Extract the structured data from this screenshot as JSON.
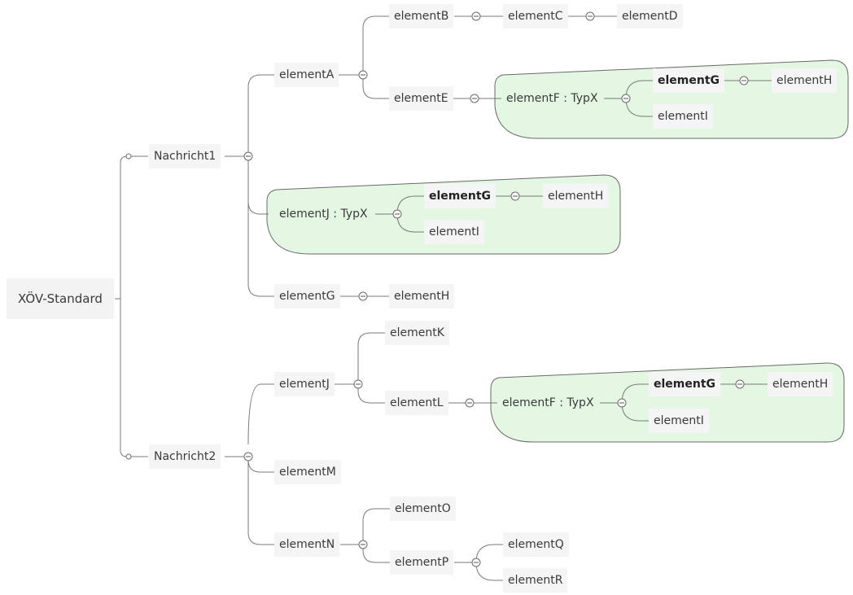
{
  "diagram": {
    "root": "XÖV-Standard",
    "branches": [
      {
        "label": "Nachricht1",
        "children": [
          {
            "label": "elementA",
            "children": [
              {
                "label": "elementB",
                "children": [
                  {
                    "label": "elementC",
                    "children": [
                      {
                        "label": "elementD"
                      }
                    ]
                  }
                ]
              },
              {
                "label": "elementE",
                "children": [
                  {
                    "label": "elementF : TypX",
                    "children": [
                      {
                        "label": "elementG",
                        "children": [
                          {
                            "label": "elementH"
                          }
                        ]
                      },
                      {
                        "label": "elementI"
                      }
                    ]
                  }
                ]
              }
            ]
          },
          {
            "label": "elementJ : TypX",
            "children": [
              {
                "label": "elementG",
                "children": [
                  {
                    "label": "elementH"
                  }
                ]
              },
              {
                "label": "elementI"
              }
            ]
          },
          {
            "label": "elementG",
            "children": [
              {
                "label": "elementH"
              }
            ]
          }
        ]
      },
      {
        "label": "Nachricht2",
        "children": [
          {
            "label": "elementJ",
            "children": [
              {
                "label": "elementK"
              },
              {
                "label": "elementL",
                "children": [
                  {
                    "label": "elementF : TypX",
                    "children": [
                      {
                        "label": "elementG",
                        "children": [
                          {
                            "label": "elementH"
                          }
                        ]
                      },
                      {
                        "label": "elementI"
                      }
                    ]
                  }
                ]
              }
            ]
          },
          {
            "label": "elementM"
          },
          {
            "label": "elementN",
            "children": [
              {
                "label": "elementO"
              },
              {
                "label": "elementP",
                "children": [
                  {
                    "label": "elementQ"
                  },
                  {
                    "label": "elementR"
                  }
                ]
              }
            ]
          }
        ]
      }
    ]
  }
}
